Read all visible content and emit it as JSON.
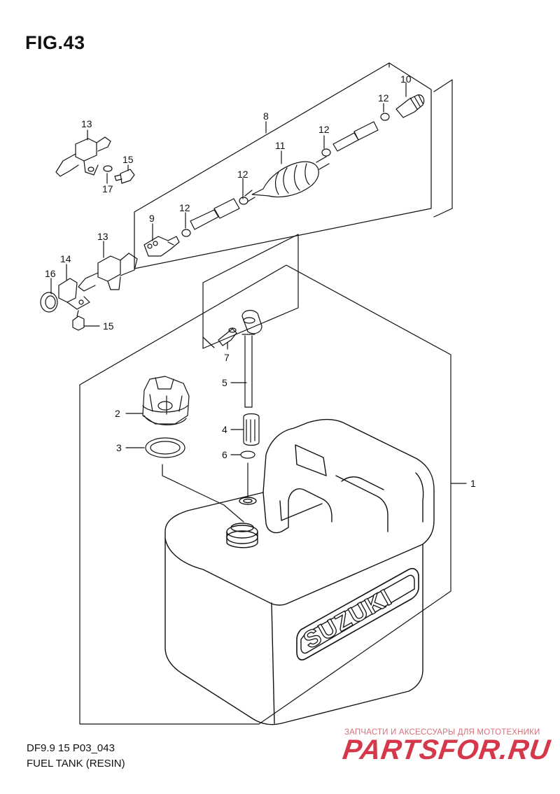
{
  "figure": {
    "title": "FIG.43",
    "model_code": "DF9.9 15 P03_043",
    "name": "FUEL TANK (RESIN)"
  },
  "callouts": [
    "1",
    "2",
    "3",
    "4",
    "5",
    "6",
    "7",
    "8",
    "9",
    "10",
    "11",
    "12",
    "12",
    "12",
    "12",
    "12",
    "13",
    "13",
    "14",
    "15",
    "15",
    "16",
    "17"
  ],
  "brand_label": "SUZUKI",
  "watermark": {
    "tagline": "ЗАПЧАСТИ И АКСЕССУАРЫ ДЛЯ МОТОТЕХНИКИ",
    "logo": "PARTSFOR.RU"
  },
  "colors": {
    "line": "#111111",
    "background": "#ffffff",
    "watermark": "#d4384a"
  }
}
